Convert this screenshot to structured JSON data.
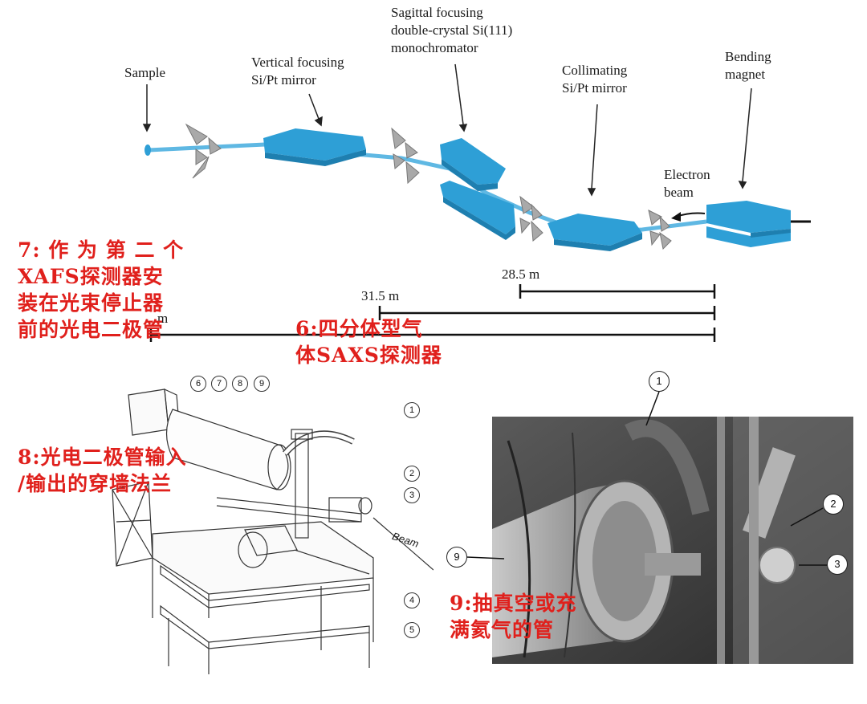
{
  "beamline": {
    "labels": {
      "sample": "Sample",
      "vertical_mirror": "Vertical focusing\nSi/Pt mirror",
      "monochromator": "Sagittal focusing\ndouble-crystal Si(111)\nmonochromator",
      "collimating_mirror": "Collimating\nSi/Pt mirror",
      "bending_magnet": "Bending\nmagnet",
      "electron_beam": "Electron\nbeam"
    },
    "distances": [
      "28.5 m",
      "31.5 m",
      "m"
    ]
  },
  "annotations": {
    "note7": "7: 作 为 第 二 个\nXAFS探测器安\n装在光束停止器\n前的光电二极管",
    "note6": "6:四分体型气\n体SAXS探测器",
    "note8": "8:光电二极管输入\n/输出的穿墙法兰",
    "note9": "9:抽真空或充\n满氦气的管"
  },
  "drawing": {
    "callouts_top": [
      "6",
      "7",
      "8",
      "9"
    ],
    "callouts_right": [
      "1",
      "2",
      "3",
      "4",
      "5"
    ],
    "beam_label": "Beam"
  },
  "photo": {
    "callouts": [
      "1",
      "2",
      "3",
      "9"
    ]
  },
  "colors": {
    "optic_blue": "#2e9fd6",
    "beam_blue": "#5fb8e3",
    "annotation_red": "#e0201c"
  }
}
